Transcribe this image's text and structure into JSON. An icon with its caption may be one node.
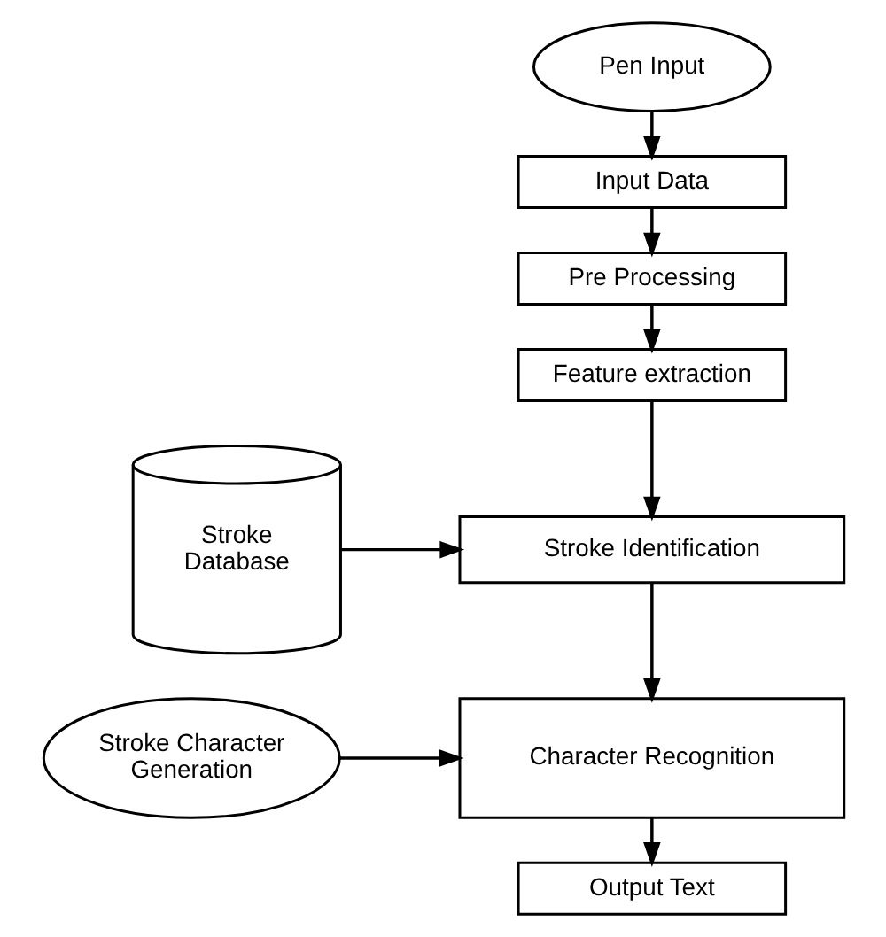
{
  "diagram": {
    "nodes": [
      {
        "text": [
          "Pen Input"
        ]
      },
      {
        "text": [
          "Input Data"
        ]
      },
      {
        "text": [
          "Pre Processing"
        ]
      },
      {
        "text": [
          "Feature extraction"
        ]
      },
      {
        "text": [
          "Stroke Database"
        ]
      },
      {
        "text": [
          "Stroke Identification"
        ]
      },
      {
        "text": [
          "Stroke Character Generation"
        ]
      },
      {
        "text": [
          "Character Recognition"
        ]
      },
      {
        "text": [
          "Output Text"
        ]
      }
    ],
    "edges": [
      {
        "from": 0,
        "to": 1,
        "arrow": "to"
      },
      {
        "from": 1,
        "to": 2,
        "arrow": "to"
      },
      {
        "from": 2,
        "to": 3,
        "arrow": "to"
      },
      {
        "from": 3,
        "to": 5,
        "arrow": "to"
      },
      {
        "from": 4,
        "to": 5,
        "arrow": "to"
      },
      {
        "from": 5,
        "to": 7,
        "arrow": "to"
      },
      {
        "from": 6,
        "to": 7,
        "arrow": "to"
      },
      {
        "from": 7,
        "to": 8,
        "arrow": "to"
      }
    ]
  }
}
